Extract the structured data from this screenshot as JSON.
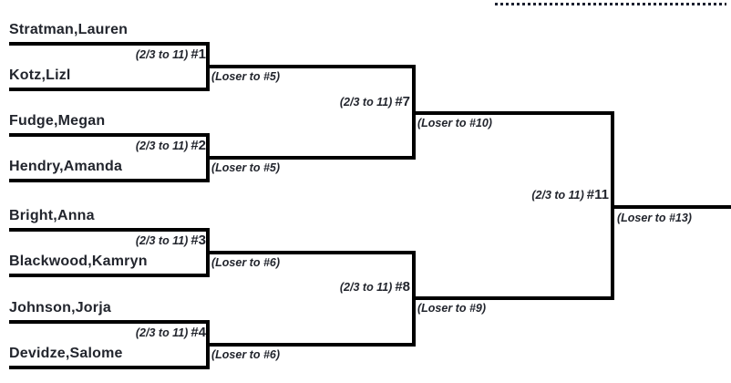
{
  "colors": {
    "background": "#ffffff",
    "line": "#000000",
    "text": "#22252d",
    "dotted_line": "#1c2130"
  },
  "bracket": {
    "round1": [
      {
        "top_player": "Stratman,Lauren",
        "bottom_player": "Kotz,Lizl",
        "scoring": "(2/3 to 11)",
        "number": "#1",
        "loser_to": "(Loser to #5)"
      },
      {
        "top_player": "Fudge,Megan",
        "bottom_player": "Hendry,Amanda",
        "scoring": "(2/3 to 11)",
        "number": "#2",
        "loser_to": "(Loser to #5)"
      },
      {
        "top_player": "Bright,Anna",
        "bottom_player": "Blackwood,Kamryn",
        "scoring": "(2/3 to 11)",
        "number": "#3",
        "loser_to": "(Loser to #6)"
      },
      {
        "top_player": "Johnson,Jorja",
        "bottom_player": "Devidze,Salome",
        "scoring": "(2/3 to 11)",
        "number": "#4",
        "loser_to": "(Loser to #6)"
      }
    ],
    "round2": [
      {
        "scoring": "(2/3 to 11)",
        "number": "#7",
        "loser_to": "(Loser to #10)"
      },
      {
        "scoring": "(2/3 to 11)",
        "number": "#8",
        "loser_to": "(Loser to #9)"
      }
    ],
    "final": {
      "scoring": "(2/3 to 11)",
      "number": "#11",
      "loser_to": "(Loser to #13)"
    }
  }
}
